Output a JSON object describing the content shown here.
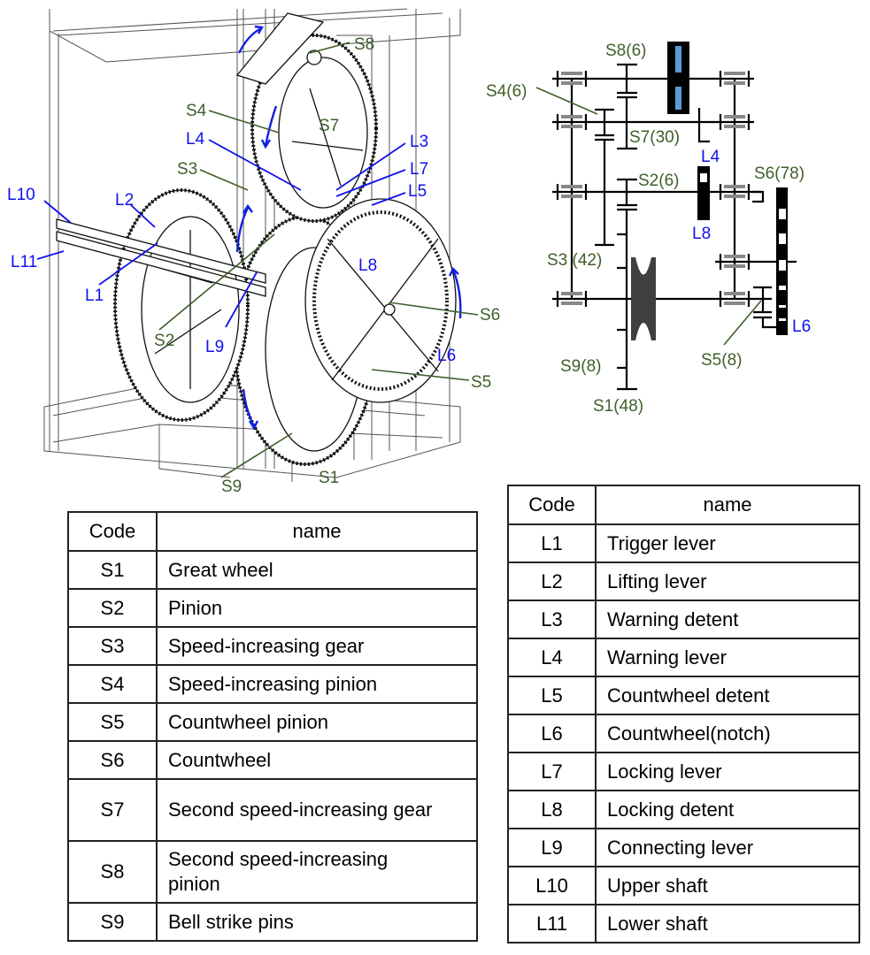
{
  "figure": {
    "iso_view_labels": {
      "S8": "S8",
      "S4": "S4",
      "S7": "S7",
      "L4": "L4",
      "L3": "L3",
      "S3": "S3",
      "L7": "L7",
      "L5": "L5",
      "L10": "L10",
      "L2": "L2",
      "L11": "L11",
      "L1": "L1",
      "L8": "L8",
      "S6": "S6",
      "S2": "S2",
      "L9": "L9",
      "L6": "L6",
      "S5": "S5",
      "S9": "S9",
      "S1": "S1"
    },
    "schematic_labels": {
      "S8": "S8(6)",
      "S4": "S4(6)",
      "S7": "S7(30)",
      "L4": "L4",
      "S2": "S2(6)",
      "S6": "S6(78)",
      "L8": "L8",
      "S3": "S3 (42)",
      "L6": "L6",
      "S5": "S5(8)",
      "S9": "S9(8)",
      "S1": "S1(48)"
    },
    "colors": {
      "gear_label": "#3f5f2a",
      "lever_label": "#1010ee",
      "bearing": "#888888",
      "fan_highlight": "#5b9bd5"
    }
  },
  "table_gears": {
    "headers": [
      "Code",
      "name"
    ],
    "rows": [
      {
        "code": "S1",
        "name": "Great wheel"
      },
      {
        "code": "S2",
        "name": "Pinion"
      },
      {
        "code": "S3",
        "name": "Speed-increasing gear"
      },
      {
        "code": "S4",
        "name": "Speed-increasing pinion"
      },
      {
        "code": "S5",
        "name": "Countwheel pinion"
      },
      {
        "code": "S6",
        "name": "Countwheel"
      },
      {
        "code": "S7",
        "name": "Second speed-increasing gear"
      },
      {
        "code": "S8",
        "name": "Second speed-increasing pinion"
      },
      {
        "code": "S9",
        "name": "Bell strike pins"
      }
    ]
  },
  "table_levers": {
    "headers": [
      "Code",
      "name"
    ],
    "rows": [
      {
        "code": "L1",
        "name": "Trigger lever"
      },
      {
        "code": "L2",
        "name": "Lifting lever"
      },
      {
        "code": "L3",
        "name": "Warning detent"
      },
      {
        "code": "L4",
        "name": "Warning lever"
      },
      {
        "code": "L5",
        "name": "Countwheel detent"
      },
      {
        "code": "L6",
        "name": "Countwheel(notch)"
      },
      {
        "code": "L7",
        "name": "Locking lever"
      },
      {
        "code": "L8",
        "name": "Locking detent"
      },
      {
        "code": "L9",
        "name": "Connecting lever"
      },
      {
        "code": "L10",
        "name": "Upper shaft"
      },
      {
        "code": "L11",
        "name": "Lower shaft"
      }
    ]
  }
}
